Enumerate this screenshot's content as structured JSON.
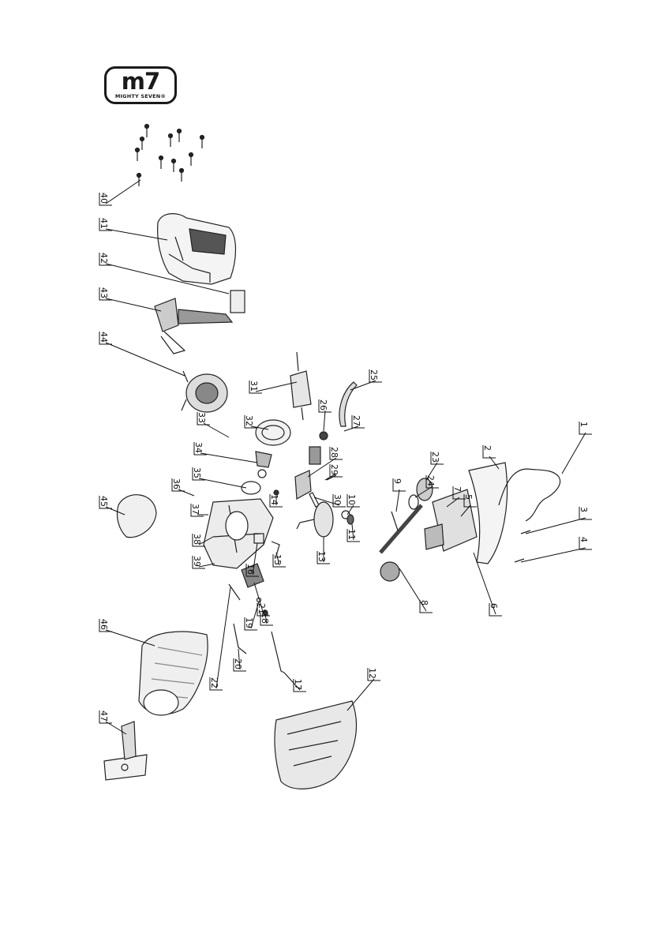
{
  "logo": {
    "mark": "m7",
    "subtitle": "MIGHTY SEVEN®"
  },
  "callouts": [
    "1",
    "2",
    "3",
    "4",
    "5",
    "6",
    "7",
    "8",
    "9",
    "10",
    "11",
    "12",
    "13",
    "14",
    "15",
    "16",
    "17",
    "18",
    "19",
    "20",
    "21",
    "22",
    "23",
    "24",
    "25",
    "26",
    "27",
    "28",
    "29",
    "30",
    "31",
    "32",
    "33",
    "34",
    "35",
    "36",
    "37",
    "38",
    "39",
    "40",
    "41",
    "42",
    "43",
    "44",
    "45",
    "46",
    "47"
  ]
}
